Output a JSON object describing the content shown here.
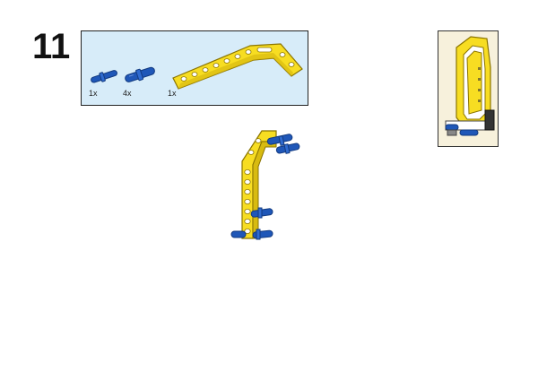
{
  "step": {
    "number": "11"
  },
  "parts": [
    {
      "name": "blue-axle-pin",
      "quantity": "1x",
      "color": "#1f57b8"
    },
    {
      "name": "blue-friction-pin",
      "quantity": "4x",
      "color": "#1f57b8"
    },
    {
      "name": "yellow-angled-beam",
      "quantity": "1x",
      "color": "#f7dd22"
    }
  ],
  "colors": {
    "yellow": "#f7dd22",
    "yellow_dark": "#c9a800",
    "blue": "#1f57b8",
    "blue_dark": "#123a80",
    "parts_bg": "#d7ecf9",
    "preview_bg": "#f7f1dc"
  }
}
